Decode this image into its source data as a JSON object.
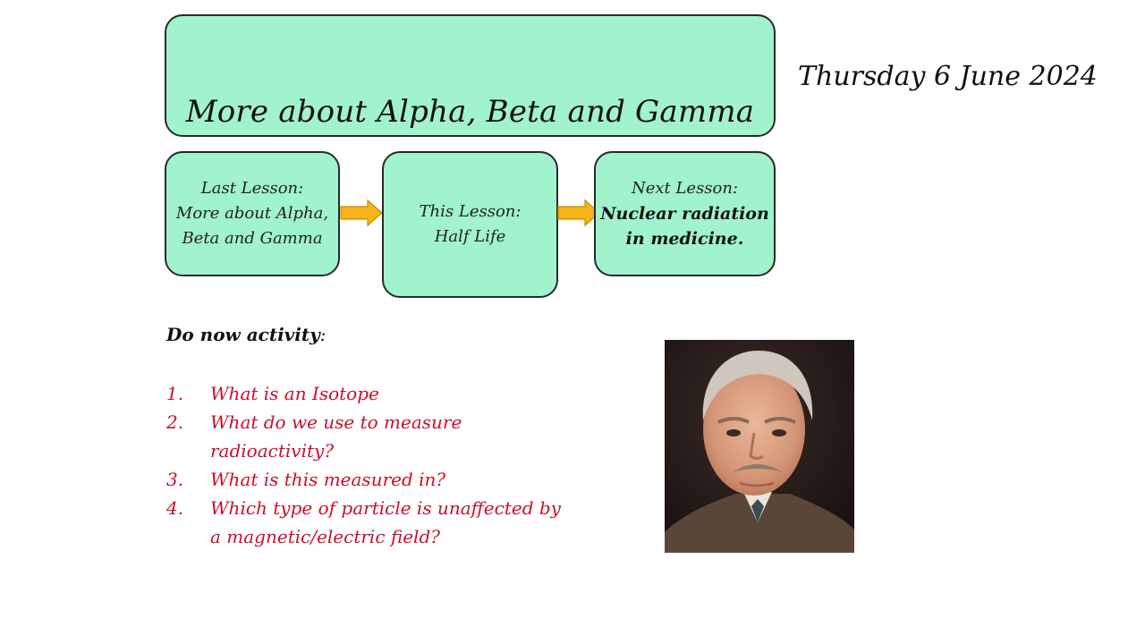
{
  "title_box": {
    "title": "More about Alpha, Beta and Gamma"
  },
  "date": "Thursday 6 June 2024",
  "lessons": {
    "last": {
      "heading": "Last Lesson:",
      "line1": "More about Alpha,",
      "line2": "Beta and Gamma"
    },
    "this": {
      "heading": "This Lesson:",
      "line1": "Half Life"
    },
    "next": {
      "heading": "Next Lesson:",
      "line1": "Nuclear radiation",
      "line2": "in medicine."
    }
  },
  "do_now": {
    "heading": "Do now activity",
    "colon": ":",
    "questions": [
      {
        "num": "1.",
        "text": "What is an Isotope"
      },
      {
        "num": "2.",
        "text": "What do we use to measure radioactivity?"
      },
      {
        "num": "3.",
        "text": "What is this measured in?"
      },
      {
        "num": "4.",
        "text": "Which type of particle is unaffected by a magnetic/electric field?"
      }
    ]
  },
  "colors": {
    "box_fill": "#a0f3cc",
    "arrow": "#f4b41a",
    "question_text": "#c8102e"
  },
  "icons": {
    "arrow_1": "right-arrow-icon",
    "arrow_2": "right-arrow-icon",
    "portrait": "portrait-photo"
  }
}
